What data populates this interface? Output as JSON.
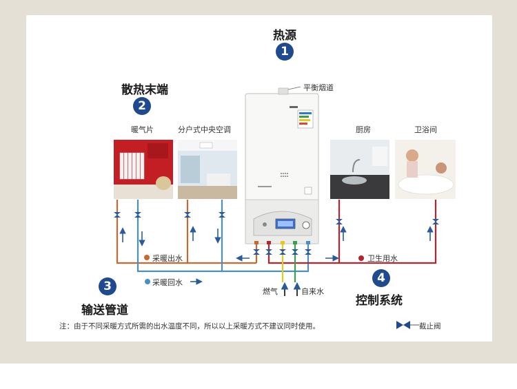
{
  "labels": {
    "heat_source": "热源",
    "radiator_end": "散热末端",
    "transport": "输送管道",
    "control": "控制系统",
    "radiator": "暖气片",
    "central_ac": "分户式中央空调",
    "kitchen": "厨房",
    "bathroom": "卫浴间",
    "flue": "平衡烟道",
    "heating_out": "采暖出水",
    "heating_return": "采暖回水",
    "hot_water": "卫生用水",
    "gas": "燃气",
    "tap_water": "自来水",
    "valve": "截止阀",
    "note": "注：由于不同采暖方式所需的出水温度不同，所以以上采暖方式不建议同时使用。"
  },
  "numbers": {
    "n1": "1",
    "n2": "2",
    "n3": "3",
    "n4": "4"
  },
  "colors": {
    "heating_out": "#c8682f",
    "heating_return": "#4a8fc4",
    "hot_water": "#b8222b",
    "gas": "#e8c820",
    "tap_water": "#3aa04a",
    "badge": "#1f4a8f",
    "arrow": "#2a5a9a"
  }
}
